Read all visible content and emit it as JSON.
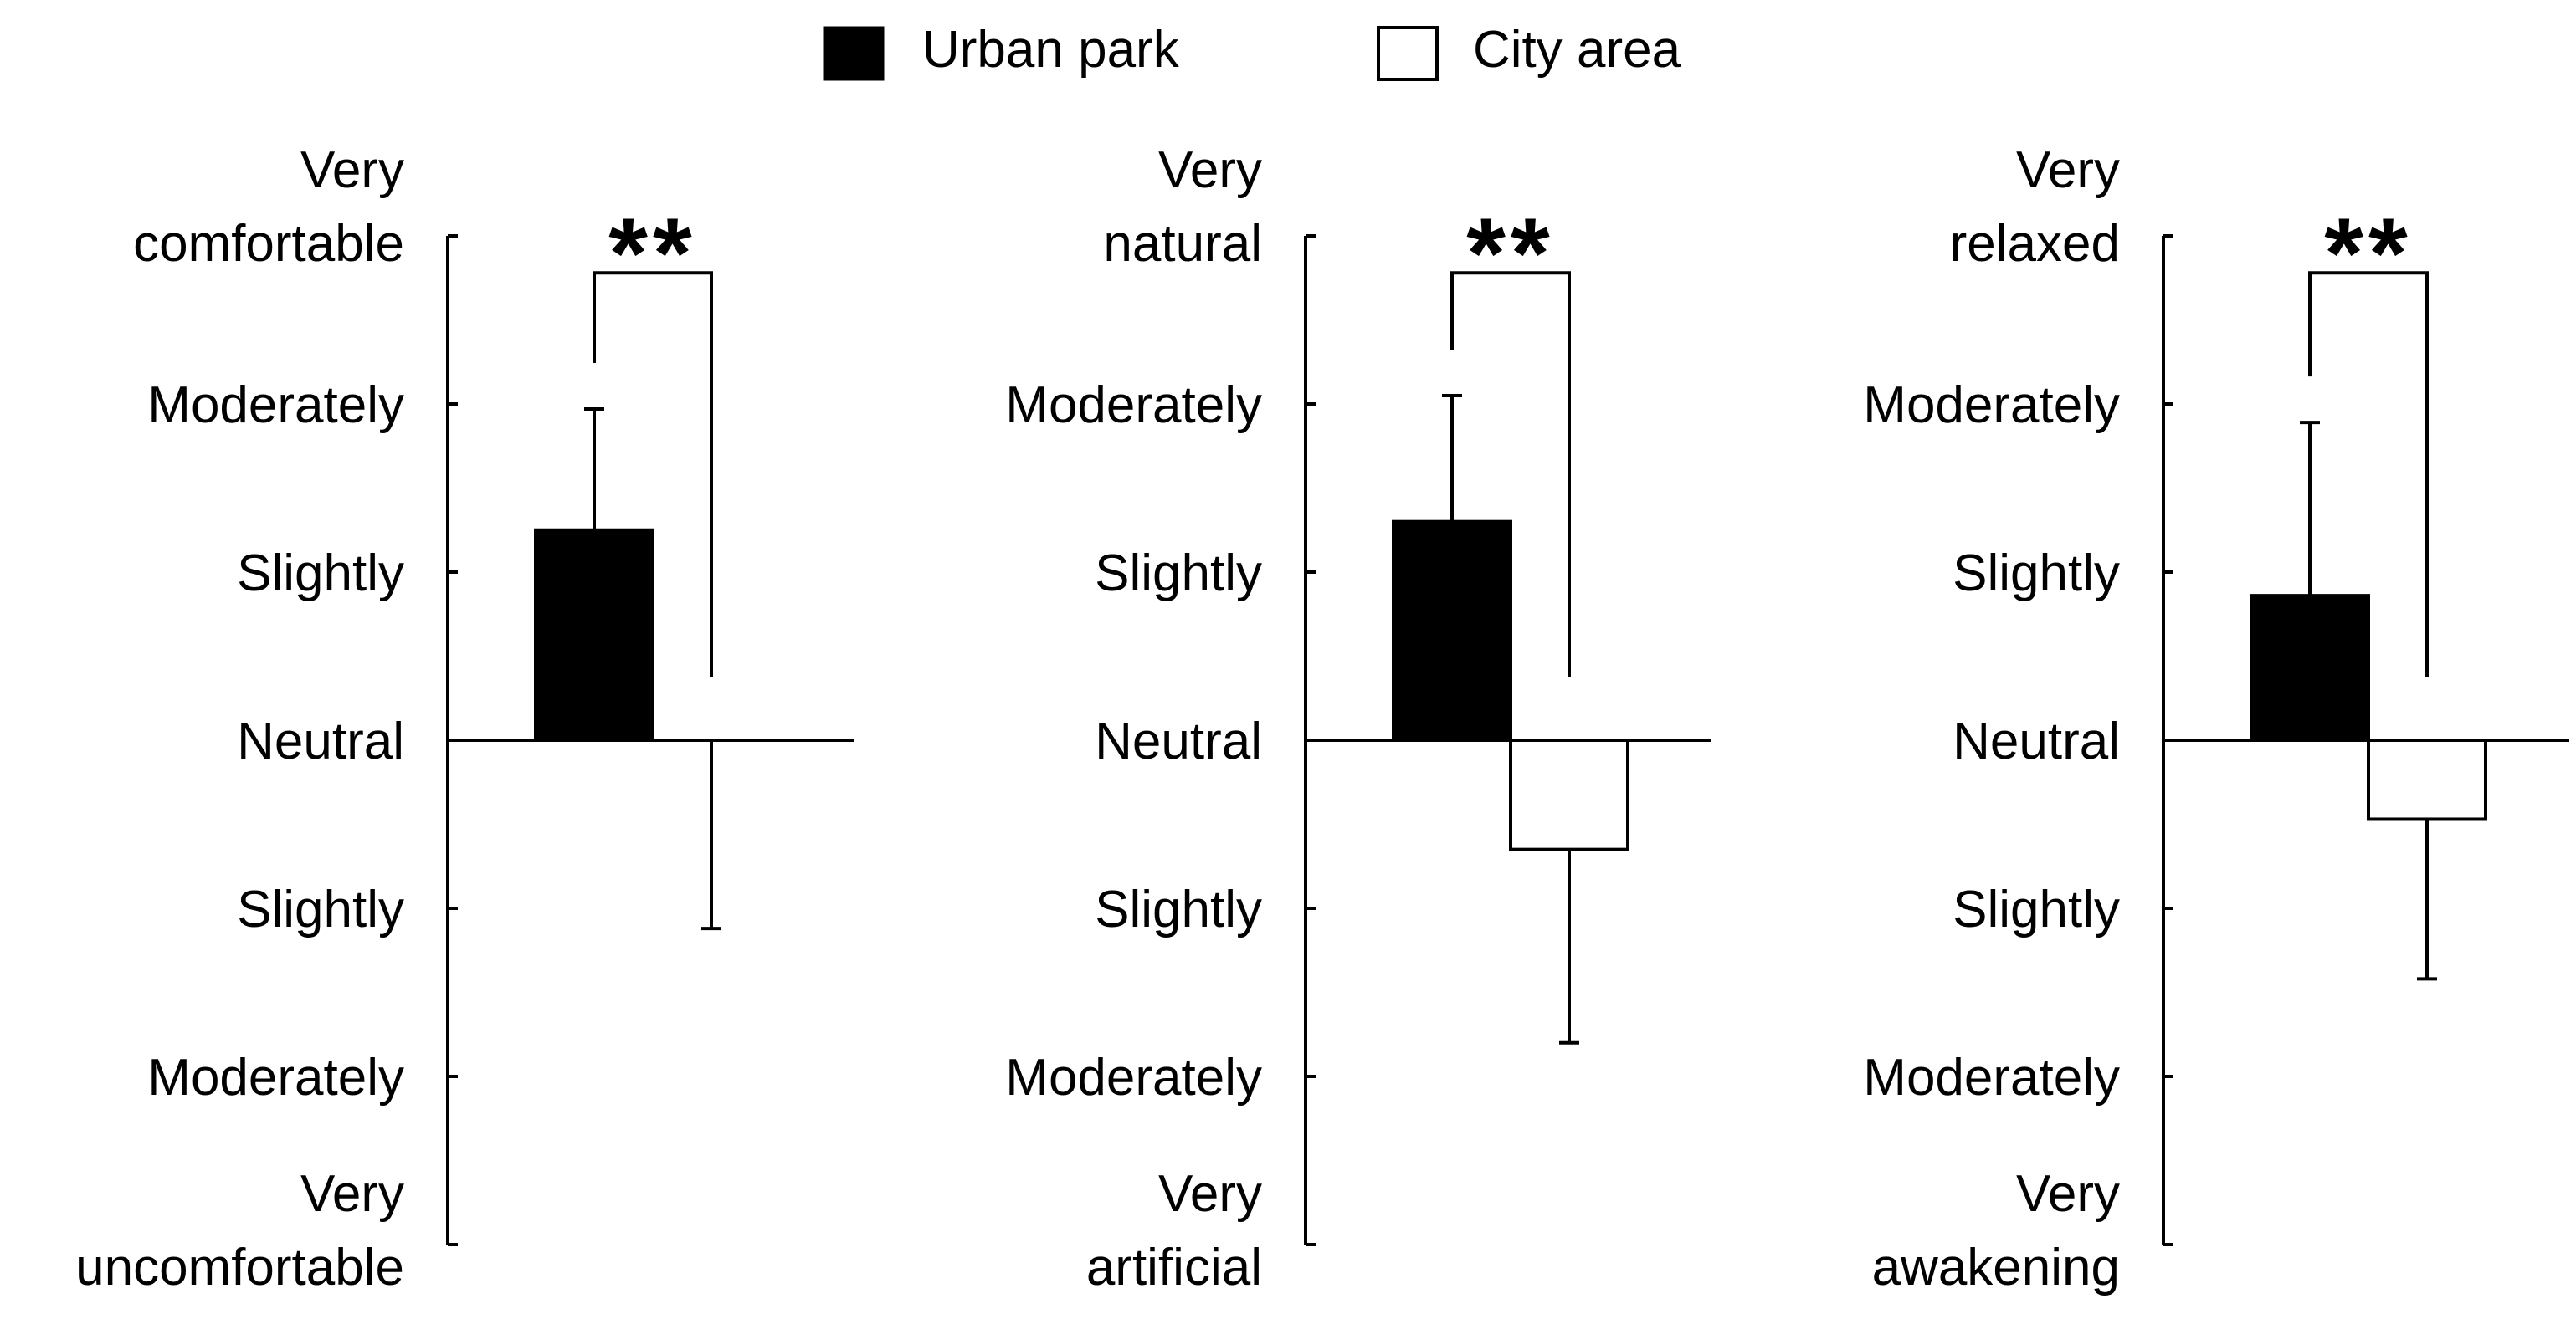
{
  "legend": {
    "placement": "top-center",
    "entries": [
      {
        "label": "Urban park",
        "color": "#000000"
      },
      {
        "label": "City area",
        "color": "#ffffff"
      }
    ]
  },
  "chart_data": [
    {
      "type": "bar",
      "ylim": [
        -3,
        3
      ],
      "categories": [
        "Urban park",
        "City area"
      ],
      "series": [
        {
          "name": "Urban park",
          "values": [
            1.25
          ],
          "error": [
            0.72
          ],
          "color": "#000000"
        },
        {
          "name": "City area",
          "values": [
            0.0
          ],
          "error": [
            1.12
          ],
          "color": "#ffffff"
        }
      ],
      "tick_labels": [
        [
          "Very",
          "uncomfortable"
        ],
        [
          "Moderately"
        ],
        [
          "Slightly"
        ],
        [
          "Neutral"
        ],
        [
          "Slightly"
        ],
        [
          "Moderately"
        ],
        [
          "Very",
          "comfortable"
        ]
      ],
      "significance": "**"
    },
    {
      "type": "bar",
      "ylim": [
        -3,
        3
      ],
      "categories": [
        "Urban park",
        "City area"
      ],
      "series": [
        {
          "name": "Urban park",
          "values": [
            1.3
          ],
          "error": [
            0.75
          ],
          "color": "#000000"
        },
        {
          "name": "City area",
          "values": [
            -0.65
          ],
          "error": [
            1.15
          ],
          "color": "#ffffff"
        }
      ],
      "tick_labels": [
        [
          "Very",
          "artificial"
        ],
        [
          "Moderately"
        ],
        [
          "Slightly"
        ],
        [
          "Neutral"
        ],
        [
          "Slightly"
        ],
        [
          "Moderately"
        ],
        [
          "Very",
          "natural"
        ]
      ],
      "significance": "**"
    },
    {
      "type": "bar",
      "ylim": [
        -3,
        3
      ],
      "categories": [
        "Urban park",
        "City area"
      ],
      "series": [
        {
          "name": "Urban park",
          "values": [
            0.86
          ],
          "error": [
            1.03
          ],
          "color": "#000000"
        },
        {
          "name": "City area",
          "values": [
            -0.47
          ],
          "error": [
            0.95
          ],
          "color": "#ffffff"
        }
      ],
      "tick_labels": [
        [
          "Very",
          "awakening"
        ],
        [
          "Moderately"
        ],
        [
          "Slightly"
        ],
        [
          "Neutral"
        ],
        [
          "Slightly"
        ],
        [
          "Moderately"
        ],
        [
          "Very",
          "relaxed"
        ]
      ],
      "significance": "**"
    }
  ]
}
